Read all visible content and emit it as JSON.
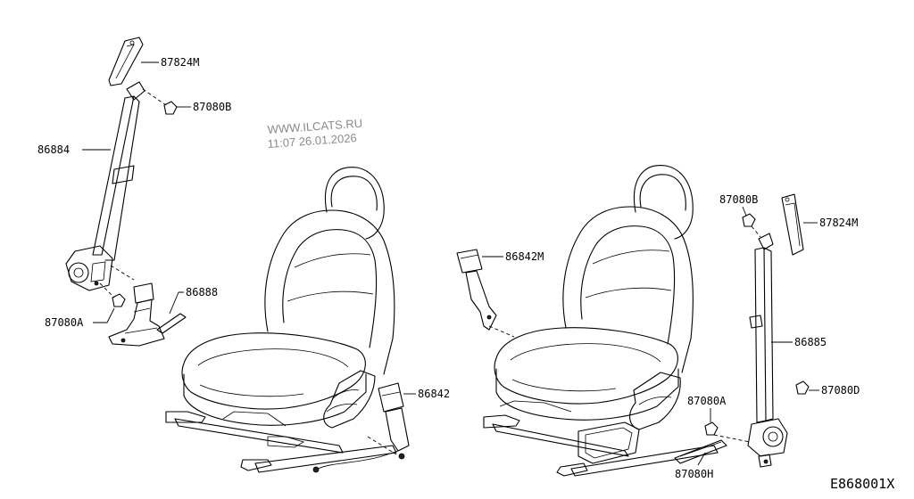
{
  "watermark": {
    "site": "WWW.ILCATS.RU",
    "stamp": "11:07 26.01.2026"
  },
  "reference": "E868001X",
  "callouts": {
    "p87824m_left": "87824M",
    "p87080b_left": "87080B",
    "p86884": "86884",
    "p86888": "86888",
    "p87080a_left": "87080A",
    "p86842m": "86842M",
    "p86842": "86842",
    "p87080b_right": "87080B",
    "p87824m_right": "87824M",
    "p86885": "86885",
    "p87080d": "87080D",
    "p87080a_right": "87080A",
    "p87080h": "87080H"
  }
}
